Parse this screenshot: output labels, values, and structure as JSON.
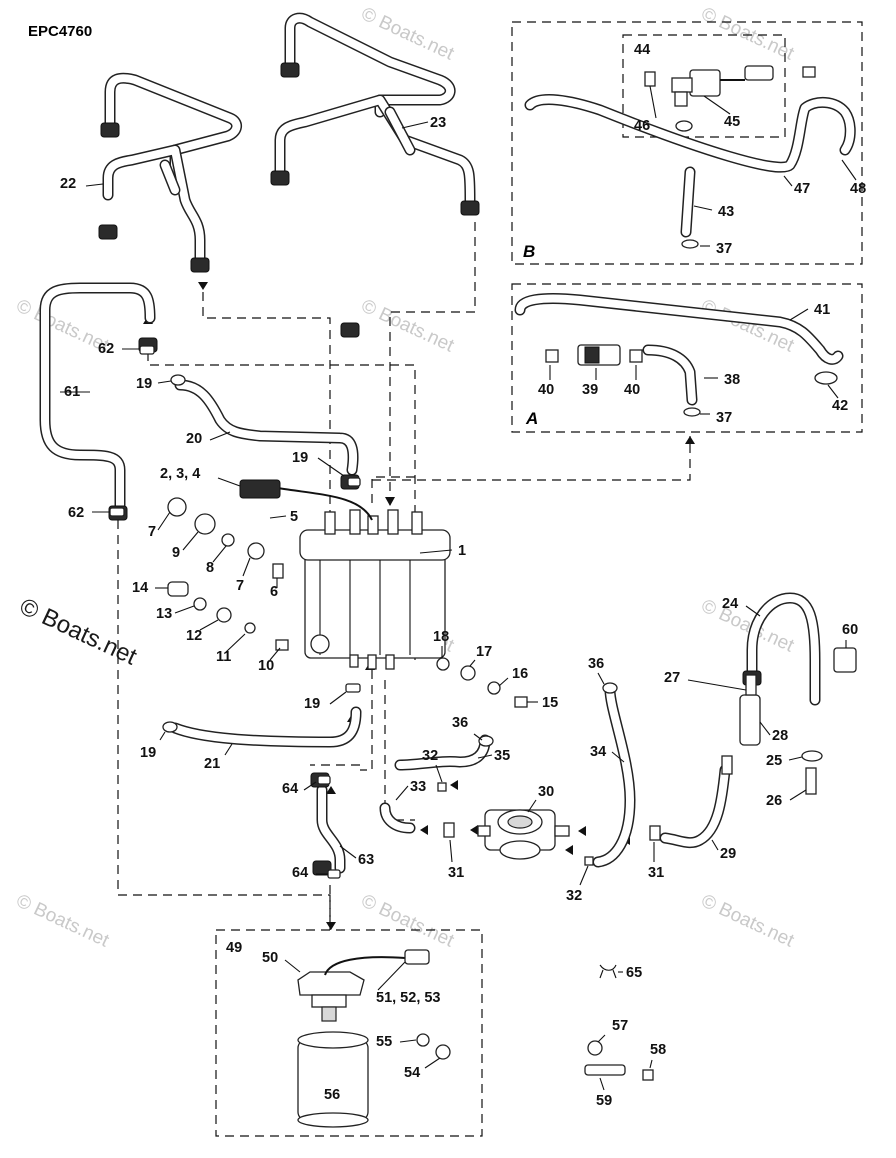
{
  "diagram": {
    "code": "EPC4760",
    "watermark": "© Boats.net",
    "sections": {
      "a": "A",
      "b": "B"
    },
    "callouts": [
      {
        "id": "c1",
        "text": "1"
      },
      {
        "id": "c2",
        "text": "2, 3, 4"
      },
      {
        "id": "c5",
        "text": "5"
      },
      {
        "id": "c6",
        "text": "6"
      },
      {
        "id": "c7a",
        "text": "7"
      },
      {
        "id": "c7b",
        "text": "7"
      },
      {
        "id": "c8",
        "text": "8"
      },
      {
        "id": "c9",
        "text": "9"
      },
      {
        "id": "c10",
        "text": "10"
      },
      {
        "id": "c11",
        "text": "11"
      },
      {
        "id": "c12",
        "text": "12"
      },
      {
        "id": "c13",
        "text": "13"
      },
      {
        "id": "c14",
        "text": "14"
      },
      {
        "id": "c15",
        "text": "15"
      },
      {
        "id": "c16",
        "text": "16"
      },
      {
        "id": "c17",
        "text": "17"
      },
      {
        "id": "c18",
        "text": "18"
      },
      {
        "id": "c19a",
        "text": "19"
      },
      {
        "id": "c19b",
        "text": "19"
      },
      {
        "id": "c19c",
        "text": "19"
      },
      {
        "id": "c19d",
        "text": "19"
      },
      {
        "id": "c20",
        "text": "20"
      },
      {
        "id": "c21",
        "text": "21"
      },
      {
        "id": "c22",
        "text": "22"
      },
      {
        "id": "c23",
        "text": "23"
      },
      {
        "id": "c24",
        "text": "24"
      },
      {
        "id": "c25",
        "text": "25"
      },
      {
        "id": "c26",
        "text": "26"
      },
      {
        "id": "c27",
        "text": "27"
      },
      {
        "id": "c28",
        "text": "28"
      },
      {
        "id": "c29",
        "text": "29"
      },
      {
        "id": "c30",
        "text": "30"
      },
      {
        "id": "c31a",
        "text": "31"
      },
      {
        "id": "c31b",
        "text": "31"
      },
      {
        "id": "c32a",
        "text": "32"
      },
      {
        "id": "c32b",
        "text": "32"
      },
      {
        "id": "c33",
        "text": "33"
      },
      {
        "id": "c34",
        "text": "34"
      },
      {
        "id": "c35",
        "text": "35"
      },
      {
        "id": "c36a",
        "text": "36"
      },
      {
        "id": "c36b",
        "text": "36"
      },
      {
        "id": "c37a",
        "text": "37"
      },
      {
        "id": "c37b",
        "text": "37"
      },
      {
        "id": "c38",
        "text": "38"
      },
      {
        "id": "c39",
        "text": "39"
      },
      {
        "id": "c40a",
        "text": "40"
      },
      {
        "id": "c40b",
        "text": "40"
      },
      {
        "id": "c41",
        "text": "41"
      },
      {
        "id": "c42",
        "text": "42"
      },
      {
        "id": "c43",
        "text": "43"
      },
      {
        "id": "c44",
        "text": "44"
      },
      {
        "id": "c45",
        "text": "45"
      },
      {
        "id": "c46",
        "text": "46"
      },
      {
        "id": "c47",
        "text": "47"
      },
      {
        "id": "c48",
        "text": "48"
      },
      {
        "id": "c49",
        "text": "49"
      },
      {
        "id": "c50",
        "text": "50"
      },
      {
        "id": "c51",
        "text": "51, 52, 53"
      },
      {
        "id": "c54",
        "text": "54"
      },
      {
        "id": "c55",
        "text": "55"
      },
      {
        "id": "c56",
        "text": "56"
      },
      {
        "id": "c57",
        "text": "57"
      },
      {
        "id": "c58",
        "text": "58"
      },
      {
        "id": "c59",
        "text": "59"
      },
      {
        "id": "c60",
        "text": "60"
      },
      {
        "id": "c61",
        "text": "61"
      },
      {
        "id": "c62a",
        "text": "62"
      },
      {
        "id": "c62b",
        "text": "62"
      },
      {
        "id": "c63",
        "text": "63"
      },
      {
        "id": "c64a",
        "text": "64"
      },
      {
        "id": "c64b",
        "text": "64"
      },
      {
        "id": "c65",
        "text": "65"
      }
    ]
  }
}
